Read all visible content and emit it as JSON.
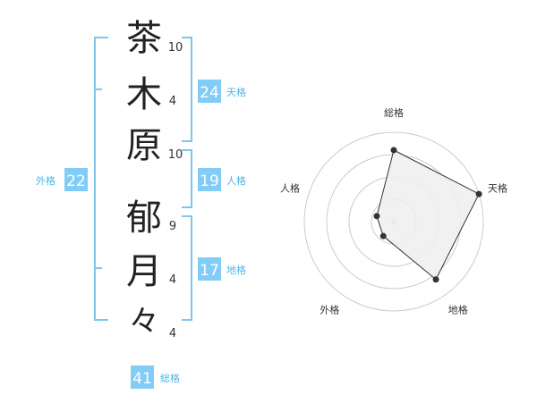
{
  "colors": {
    "accent": "#82cdf5",
    "bracket": "#7fc6ef",
    "label_text": "#4db6e8",
    "kanji": "#222222",
    "radar_grid": "#cccccc",
    "radar_fill": "#eeeeee",
    "radar_line": "#333333"
  },
  "name": {
    "characters": [
      {
        "char": "茶",
        "strokes": "10"
      },
      {
        "char": "木",
        "strokes": "4"
      },
      {
        "char": "原",
        "strokes": "10"
      },
      {
        "char": "郁",
        "strokes": "9"
      },
      {
        "char": "月",
        "strokes": "4"
      },
      {
        "char": "々",
        "strokes": "4"
      }
    ]
  },
  "fortunes": {
    "tenkaku": {
      "value": "24",
      "label": "天格"
    },
    "jinkaku": {
      "value": "19",
      "label": "人格"
    },
    "chikaku": {
      "value": "17",
      "label": "地格"
    },
    "gaikaku": {
      "value": "22",
      "label": "外格"
    },
    "soukaku": {
      "value": "41",
      "label": "総格"
    }
  },
  "chart_data": {
    "type": "radar",
    "axes": [
      "総格",
      "天格",
      "地格",
      "外格",
      "人格"
    ],
    "values": [
      4,
      5,
      4,
      1,
      1
    ],
    "max": 5,
    "rings": 4,
    "grid": true
  }
}
